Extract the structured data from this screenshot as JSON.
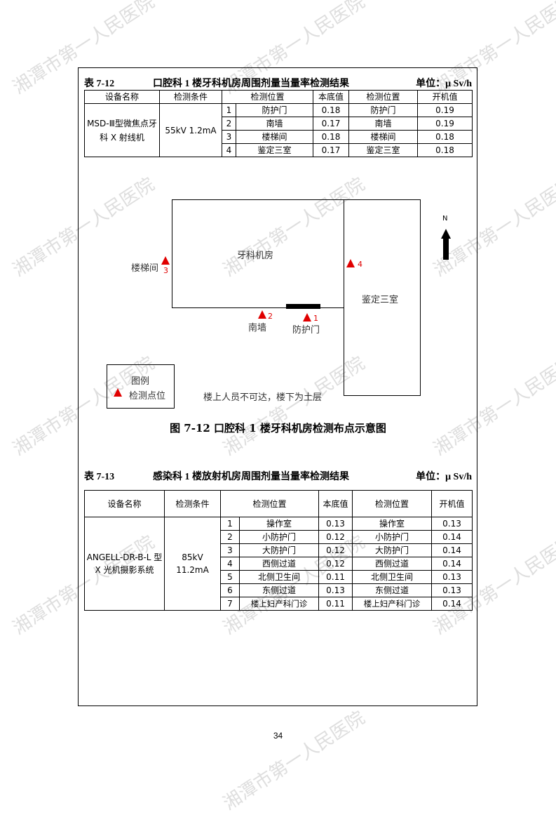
{
  "table1": {
    "caption": "表 7-12",
    "title": "口腔科 1 楼牙科机房周围剂量当量率检测结果",
    "unit": "单位：μ Sv/h",
    "headers": [
      "设备名称",
      "检测条件",
      "检测位置",
      "本底值",
      "检测位置",
      "开机值"
    ],
    "device": "MSD-Ⅲ型微焦点牙科 X 射线机",
    "condition": "55kV 1.2mA",
    "rows": [
      {
        "no": "1",
        "pos": "防护门",
        "bg": "0.18",
        "pos2": "防护门",
        "val": "0.19"
      },
      {
        "no": "2",
        "pos": "南墙",
        "bg": "0.17",
        "pos2": "南墙",
        "val": "0.19"
      },
      {
        "no": "3",
        "pos": "楼梯间",
        "bg": "0.18",
        "pos2": "楼梯间",
        "val": "0.18"
      },
      {
        "no": "4",
        "pos": "鉴定三室",
        "bg": "0.17",
        "pos2": "鉴定三室",
        "val": "0.18"
      }
    ]
  },
  "diagram": {
    "room_main": "牙科机房",
    "room_side": "鉴定三室",
    "north": "N",
    "points": [
      {
        "num": "1",
        "label": "防护门"
      },
      {
        "num": "2",
        "label": "南墙"
      },
      {
        "num": "3",
        "label": "楼梯间"
      },
      {
        "num": "4",
        "label": ""
      }
    ],
    "legend_title": "图例",
    "legend_item": "检测点位",
    "note": "楼上人员不可达，楼下为土层"
  },
  "figure_caption": "图 7-12 口腔科 1 楼牙科机房检测布点示意图",
  "table2": {
    "caption": "表 7-13",
    "title": "感染科 1 楼放射机房周围剂量当量率检测结果",
    "unit": "单位：μ Sv/h",
    "headers": [
      "设备名称",
      "检测条件",
      "检测位置",
      "本底值",
      "检测位置",
      "开机值"
    ],
    "device": "ANGELL-DR-B-L 型 X 光机摄影系统",
    "condition": "85kV 11.2mA",
    "rows": [
      {
        "no": "1",
        "pos": "操作室",
        "bg": "0.13",
        "pos2": "操作室",
        "val": "0.13"
      },
      {
        "no": "2",
        "pos": "小防护门",
        "bg": "0.12",
        "pos2": "小防护门",
        "val": "0.14"
      },
      {
        "no": "3",
        "pos": "大防护门",
        "bg": "0.12",
        "pos2": "大防护门",
        "val": "0.14"
      },
      {
        "no": "4",
        "pos": "西侧过道",
        "bg": "0.12",
        "pos2": "西侧过道",
        "val": "0.14"
      },
      {
        "no": "5",
        "pos": "北侧卫生间",
        "bg": "0.11",
        "pos2": "北侧卫生间",
        "val": "0.13"
      },
      {
        "no": "6",
        "pos": "东侧过道",
        "bg": "0.13",
        "pos2": "东侧过道",
        "val": "0.13"
      },
      {
        "no": "7",
        "pos": "楼上妇产科门诊",
        "bg": "0.11",
        "pos2": "楼上妇产科门诊",
        "val": "0.14"
      }
    ]
  },
  "page_number": "34",
  "watermark": "湘潭市第一人民医院"
}
